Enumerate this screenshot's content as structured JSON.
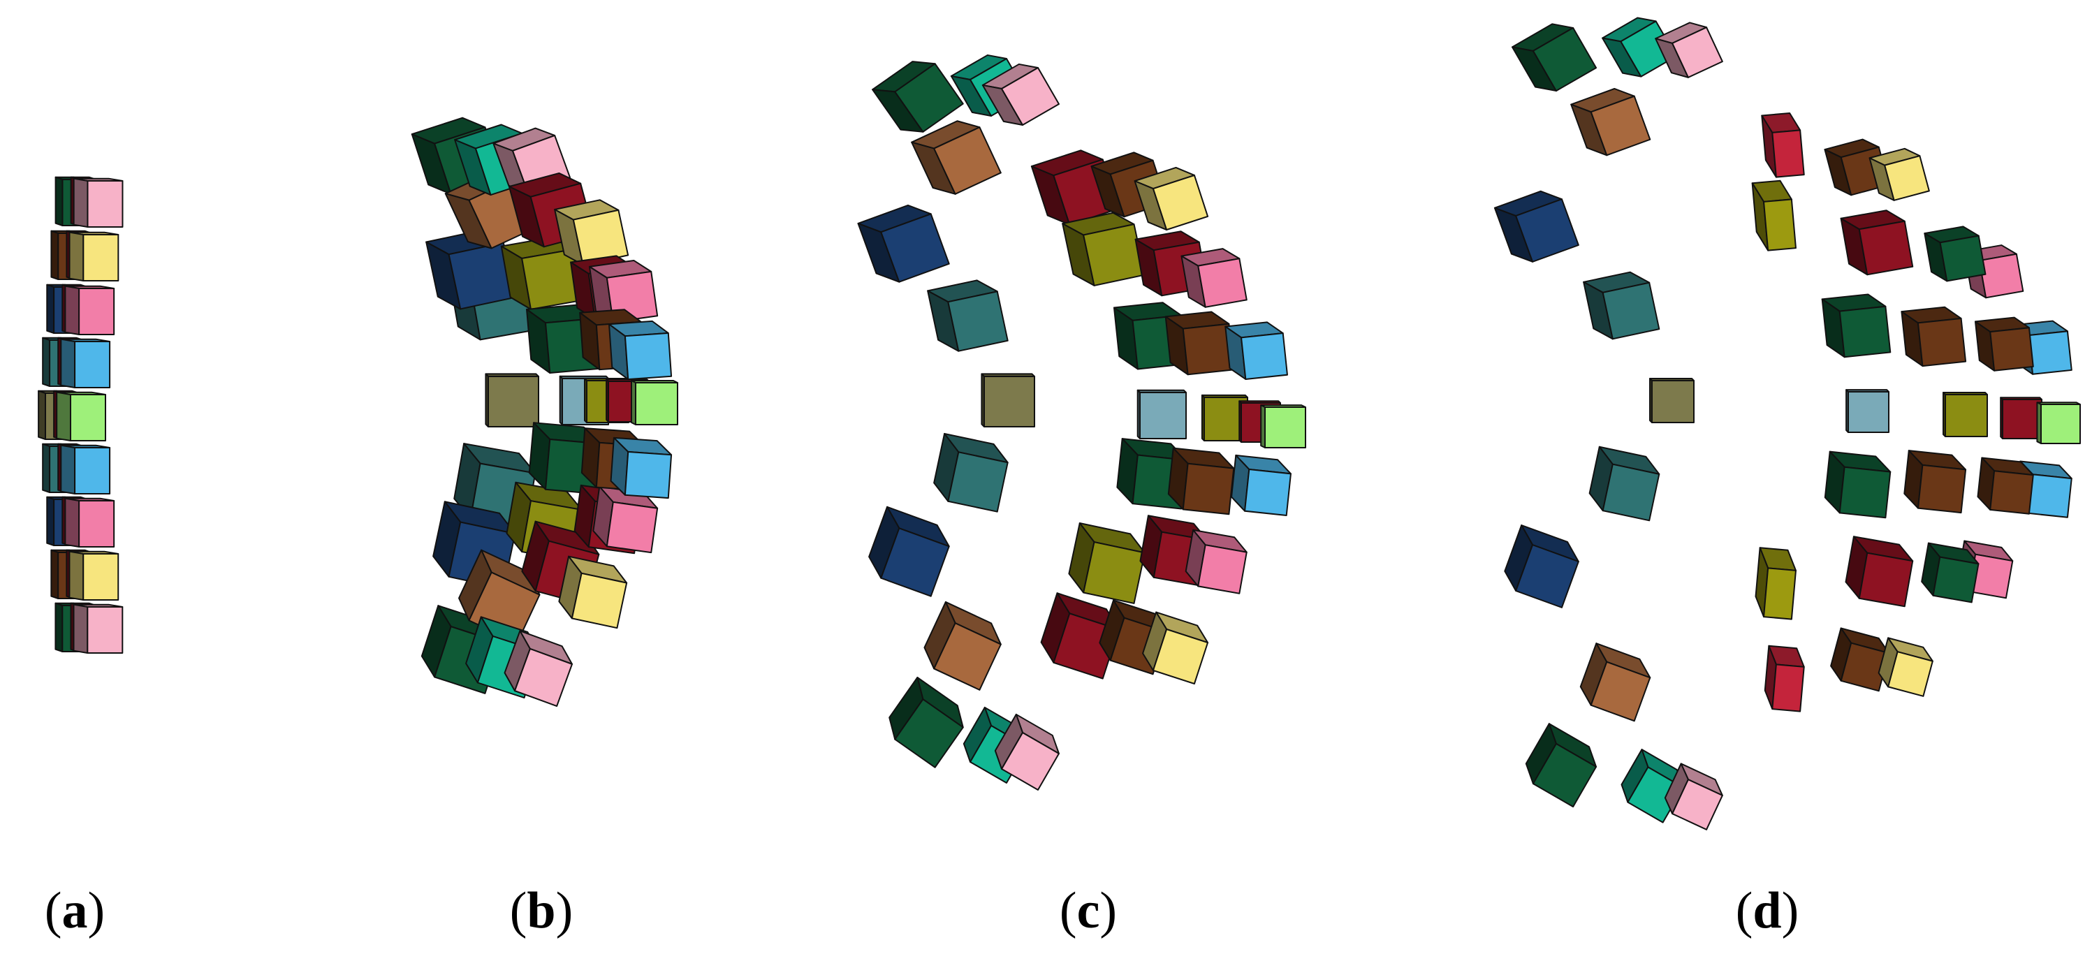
{
  "figure": {
    "panels": [
      {
        "id": "a",
        "open": "(",
        "letter": "a",
        "close": ")"
      },
      {
        "id": "b",
        "open": "(",
        "letter": "b",
        "close": ")"
      },
      {
        "id": "c",
        "open": "(",
        "letter": "c",
        "close": ")"
      },
      {
        "id": "d",
        "open": "(",
        "letter": "d",
        "close": ")"
      }
    ]
  },
  "colors": {
    "dark-green": "#0f5a36",
    "teal-green": "#12b894",
    "pink": "#f7b2c8",
    "brown": "#a8693e",
    "dark-red": "#8e1222",
    "yellow": "#f7e57e",
    "hot-pink": "#f27ea8",
    "navy": "#1b3f72",
    "olive": "#8b8d12",
    "sea-teal": "#2f7373",
    "sky-blue": "#4fb7ea",
    "lime": "#9ef07a",
    "khaki": "#7d7a4c",
    "steel-blue": "#7aaab8",
    "dark-brown": "#6a3717",
    "red": "#c4243b",
    "mustard": "#9c9a10"
  }
}
